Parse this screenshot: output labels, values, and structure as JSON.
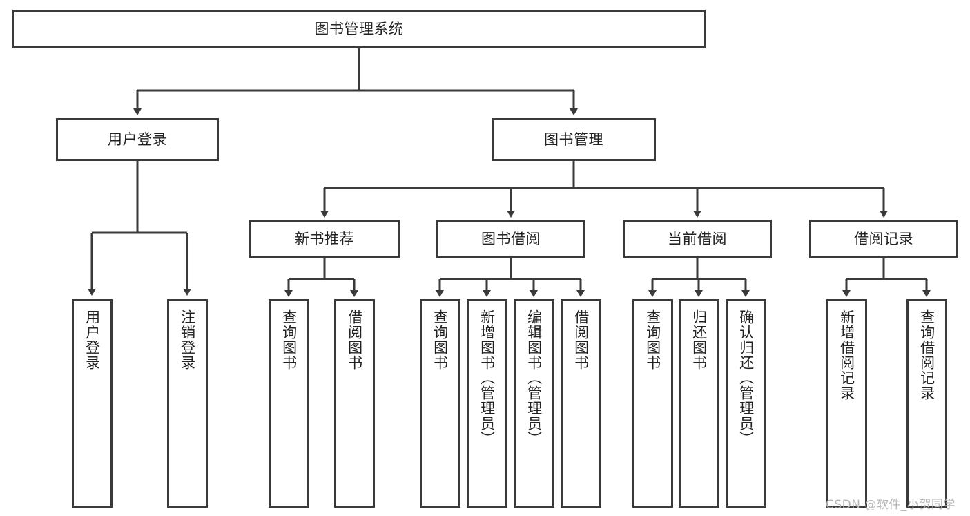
{
  "diagram": {
    "title": "图书管理系统",
    "type": "tree-hierarchy-chart",
    "colors": {
      "box_border": "#3a3a3a",
      "box_fill": "#ffffff",
      "connector": "#3a3a3a",
      "text": "#222222",
      "watermark": "#b6b6b6",
      "background": "#ffffff"
    }
  },
  "root": {
    "label": "图书管理系统"
  },
  "level2": {
    "user_login": {
      "label": "用户登录"
    },
    "book_manage": {
      "label": "图书管理"
    }
  },
  "level3": {
    "new_book_recommend": {
      "label": "新书推荐"
    },
    "book_borrow": {
      "label": "图书借阅"
    },
    "current_borrow": {
      "label": "当前借阅"
    },
    "borrow_record": {
      "label": "借阅记录"
    }
  },
  "leaves": {
    "user_login": [
      {
        "label": "用户登录"
      },
      {
        "label": "注销登录"
      }
    ],
    "new_book_recommend": [
      {
        "label": "查询图书"
      },
      {
        "label": "借阅图书"
      }
    ],
    "book_borrow": [
      {
        "label": "查询图书"
      },
      {
        "label": "新增图书（管理员）"
      },
      {
        "label": "编辑图书（管理员）"
      },
      {
        "label": "借阅图书"
      }
    ],
    "current_borrow": [
      {
        "label": "查询图书"
      },
      {
        "label": "归还图书"
      },
      {
        "label": "确认归还（管理员）"
      }
    ],
    "borrow_record": [
      {
        "label": "新增借阅记录"
      },
      {
        "label": "查询借阅记录"
      }
    ]
  },
  "watermark": {
    "text": "CSDN @软件_小贺同学"
  }
}
